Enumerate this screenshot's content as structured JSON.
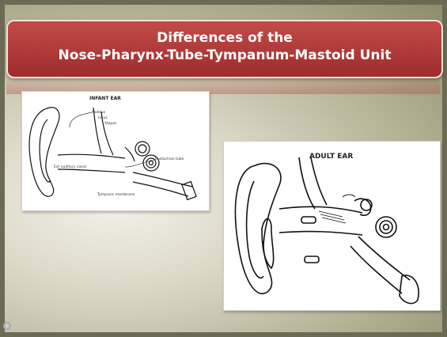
{
  "slide": {
    "title_line1": "Differences of the",
    "title_line2": "Nose-Pharynx-Tube-Tympanum-Mastoid Unit"
  },
  "infant": {
    "label": "INFANT EAR",
    "malleus": "Malleus",
    "incus": "Incus",
    "stapes": "Stapes",
    "canal": "Ext auditory canal",
    "tube": "Eustachian tube",
    "membrane": "Tympanic membrane"
  },
  "adult": {
    "label": "ADULT EAR"
  },
  "colors": {
    "title_bg": "#b03c3b",
    "title_border": "#f6e3d8",
    "title_text": "#ffffff"
  }
}
